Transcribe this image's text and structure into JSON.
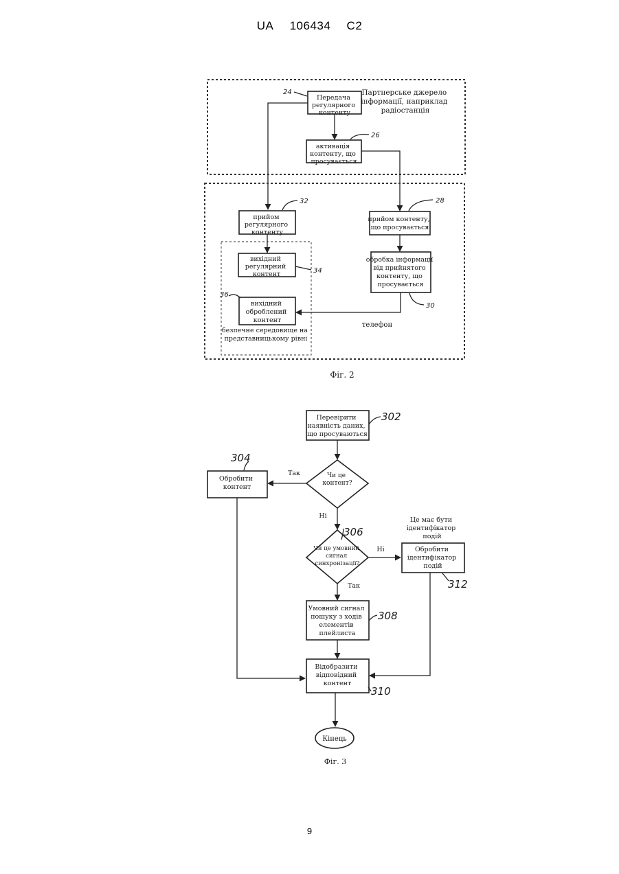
{
  "header": {
    "country": "UA",
    "number": "106434",
    "kind": "C2"
  },
  "page_number": "9",
  "fig2": {
    "caption": "Фіг. 2",
    "partner_label": [
      "Партнерське джерело",
      "інформації, наприклад",
      "радіостанція"
    ],
    "box24": [
      "Передача",
      "регулярного",
      "контенту"
    ],
    "box26": [
      "активація",
      "контенту, що",
      "просувається"
    ],
    "box32": [
      "прийом",
      "регулярного",
      "контенту"
    ],
    "box28": [
      "прийом контенту,",
      "що просувається"
    ],
    "box34": [
      "вихідний",
      "регулярний",
      "контент"
    ],
    "box30": [
      "обробка інформації",
      "від прийнятого",
      "контенту, що",
      "просувається"
    ],
    "box36": [
      "вихідний",
      "оброблений",
      "контент"
    ],
    "secure_label": [
      "безпечне середовище на",
      "представницькому рівні"
    ],
    "phone_label": "телефон",
    "refs": {
      "r24": "24",
      "r26": "26",
      "r32": "32",
      "r28": "28",
      "r34": "34",
      "r30": "30",
      "r36": "36"
    }
  },
  "fig3": {
    "caption": "Фіг. 3",
    "box302": [
      "Перевірити",
      "наявність даних,",
      "що просуваються"
    ],
    "diamond1": [
      "Чи це",
      "контент?"
    ],
    "box304": [
      "Обробити",
      "контент"
    ],
    "yes1": "Так",
    "no1": "Ні",
    "diamond2": [
      "Чи це умовний",
      "сигнал",
      "синхронізації?"
    ],
    "no2": "Ні",
    "yes2": "Так",
    "event_note": [
      "Це має бути",
      "ідентифікатор",
      "подій"
    ],
    "box312": [
      "Обробити",
      "ідентифікатор",
      "подій"
    ],
    "box308": [
      "Умовний сигнал",
      "пошуку з ходів",
      "елементів",
      "плейлиста"
    ],
    "box310": [
      "Відобразити",
      "відповідний",
      "контент"
    ],
    "end": "Кінець",
    "refs": {
      "r302": "302",
      "r304": "304",
      "r306": "306",
      "r308": "308",
      "r310": "310",
      "r312": "312"
    }
  }
}
